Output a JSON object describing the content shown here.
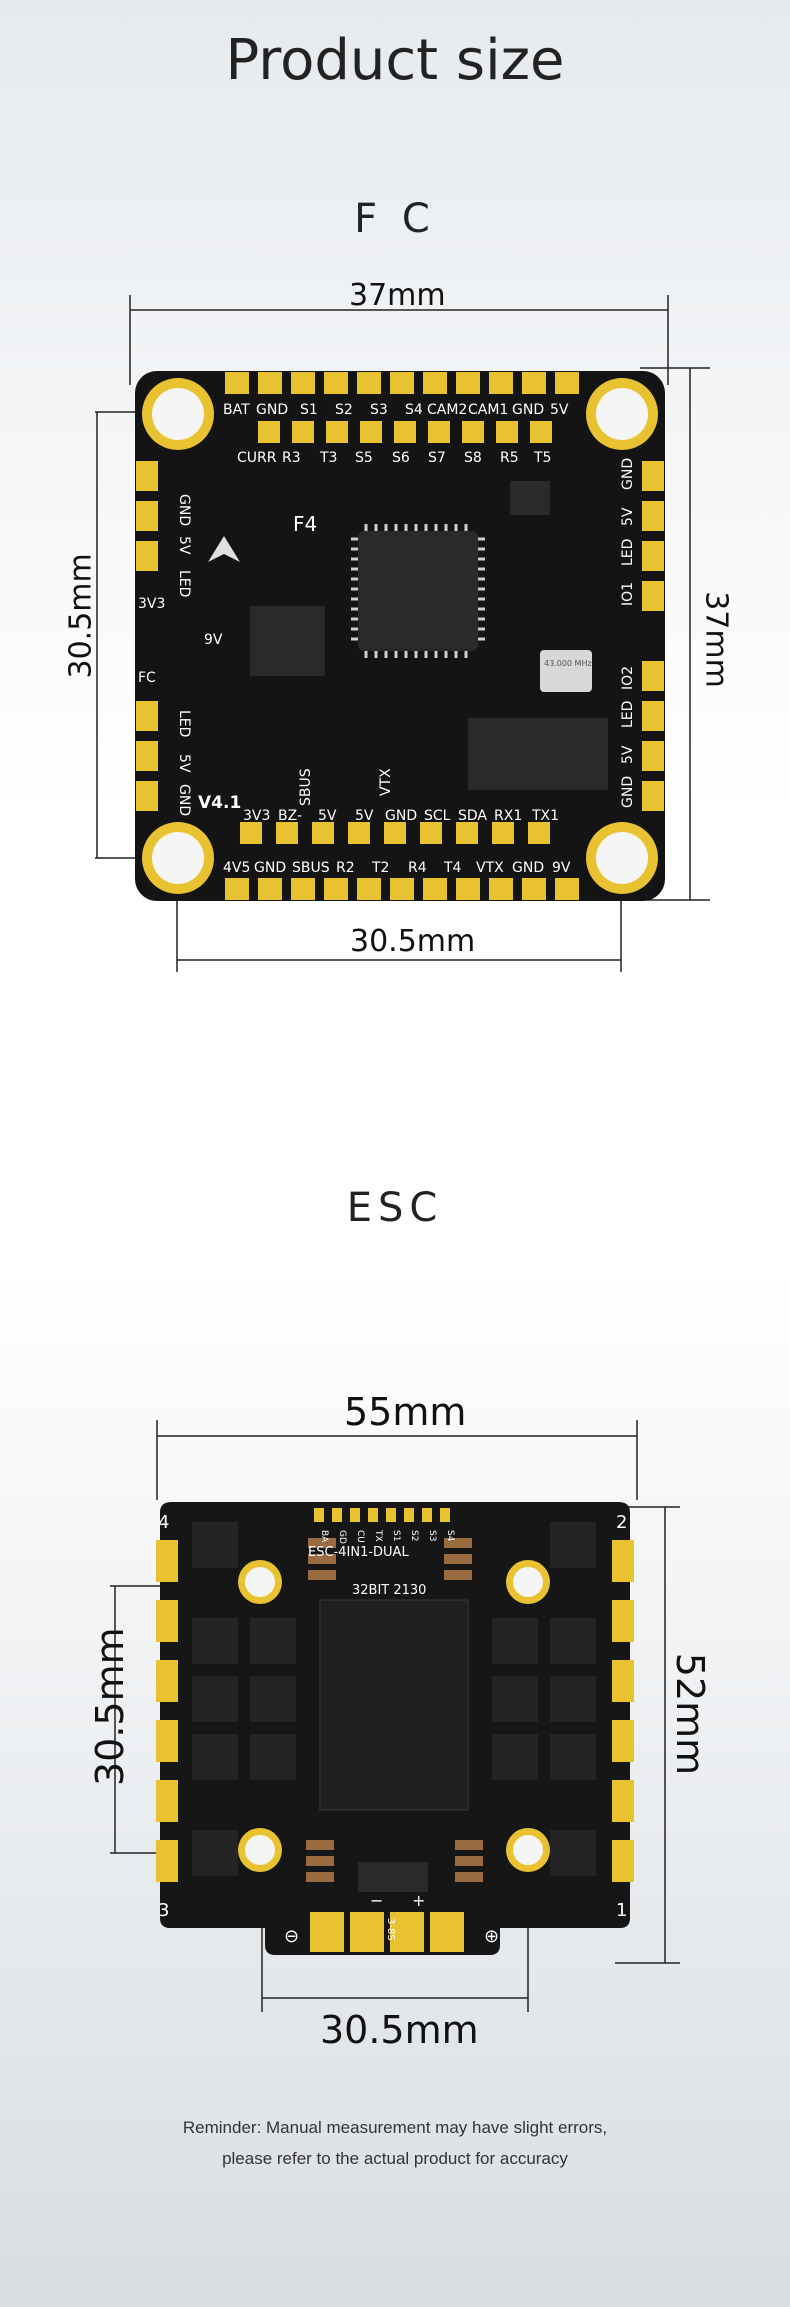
{
  "page": {
    "title": "Product size"
  },
  "fc": {
    "label": "F C",
    "width_dim": "37mm",
    "height_dim": "37mm",
    "mount_h_dim": "30.5mm",
    "mount_v_dim": "30.5mm",
    "silkscreen": {
      "top_row": [
        "BAT",
        "GND",
        "S1",
        "S2",
        "S3",
        "S4",
        "CAM2",
        "CAM1",
        "GND",
        "5V"
      ],
      "second_row": [
        "CURR",
        "R3",
        "T3",
        "S5",
        "S6",
        "S7",
        "S8",
        "R5",
        "T5"
      ],
      "bottom_row": [
        "4V5",
        "GND",
        "SBUS",
        "R2",
        "T2",
        "R4",
        "T4",
        "VTX",
        "GND",
        "9V"
      ],
      "above_bottom": [
        "3V3",
        "BZ-",
        "5V",
        "5V",
        "GND",
        "SCL",
        "SDA",
        "RX1",
        "TX1"
      ],
      "left_top": [
        "GND",
        "5V",
        "LED"
      ],
      "left_bottom": [
        "LED",
        "5V",
        "GND"
      ],
      "right_top": [
        "GND",
        "5V",
        "LED",
        "IO1"
      ],
      "right_bottom": [
        "IO2",
        "LED",
        "5V",
        "GND"
      ],
      "chip": "F4",
      "version": "V4.1",
      "v3v3": "3V3",
      "v9": "9V",
      "fc_mark": "FC",
      "sbus": "SBUS",
      "vtx": "VTX",
      "crystal": "43.000 MHz"
    }
  },
  "esc": {
    "label": "ESC",
    "width_dim": "55mm",
    "height_dim": "52mm",
    "mount_h_dim": "30.5mm",
    "mount_v_dim": "30.5mm",
    "silkscreen": {
      "name": "ESC-4IN1-DUAL",
      "spec": "32BIT 2130",
      "pads": [
        "BA",
        "GD",
        "CU",
        "TX",
        "S1",
        "S2",
        "S3",
        "S4"
      ],
      "corners": [
        "4",
        "2",
        "3",
        "1"
      ],
      "neg": "⊖",
      "pos": "⊕",
      "minus": "−",
      "plus": "+",
      "cells": "3-8S"
    }
  },
  "reminder": {
    "line1": "Reminder: Manual measurement may have slight errors,",
    "line2": "please refer to the actual product for accuracy"
  },
  "colors": {
    "pcb": "#141414",
    "gold": "#e8c230",
    "line": "#222222"
  }
}
